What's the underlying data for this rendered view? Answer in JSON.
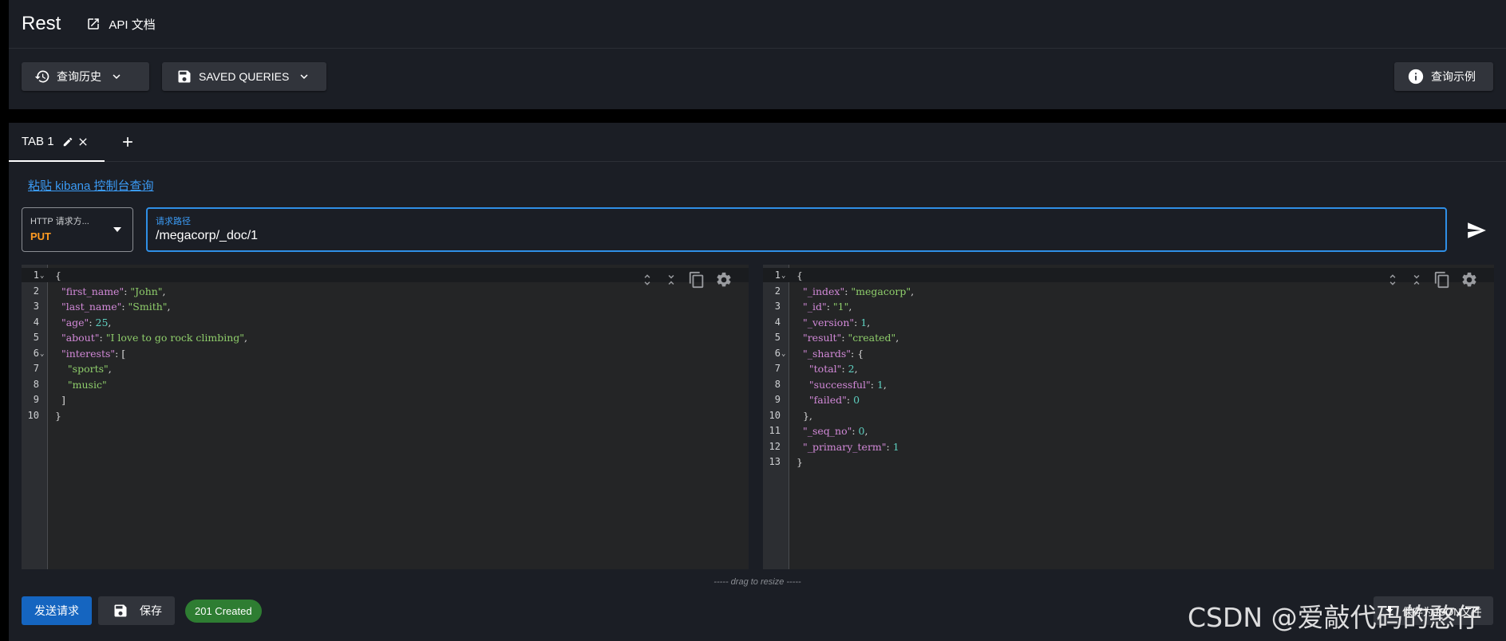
{
  "header": {
    "title": "Rest",
    "api_docs_label": "API 文档"
  },
  "toolbar": {
    "history_label": "查询历史",
    "saved_queries_label": "SAVED QUERIES",
    "examples_label": "查询示例"
  },
  "tabs": [
    {
      "label": "TAB 1"
    }
  ],
  "kibana_link": "粘贴 kibana 控制台查询",
  "method": {
    "label": "HTTP 请求方...",
    "value": "PUT"
  },
  "path": {
    "label": "请求路径",
    "value": "/megacorp/_doc/1"
  },
  "request_lines": [
    "1",
    "2",
    "3",
    "4",
    "5",
    "6",
    "7",
    "8",
    "9",
    "10"
  ],
  "response_lines": [
    "1",
    "2",
    "3",
    "4",
    "5",
    "6",
    "7",
    "8",
    "9",
    "10",
    "11",
    "12",
    "13"
  ],
  "request_code": {
    "open": "{",
    "first_name_key": "\"first_name\"",
    "first_name_val": "\"John\"",
    "last_name_key": "\"last_name\"",
    "last_name_val": "\"Smith\"",
    "age_key": "\"age\"",
    "age_val": "25",
    "about_key": "\"about\"",
    "about_val": "\"I love to go rock climbing\"",
    "interests_key": "\"interests\"",
    "interest_1": "\"sports\"",
    "interest_2": "\"music\"",
    "close_arr": "]",
    "close": "}"
  },
  "response_code": {
    "open": "{",
    "index_key": "\"_index\"",
    "index_val": "\"megacorp\"",
    "id_key": "\"_id\"",
    "id_val": "\"1\"",
    "version_key": "\"_version\"",
    "version_val": "1",
    "result_key": "\"result\"",
    "result_val": "\"created\"",
    "shards_key": "\"_shards\"",
    "total_key": "\"total\"",
    "total_val": "2",
    "successful_key": "\"successful\"",
    "successful_val": "1",
    "failed_key": "\"failed\"",
    "failed_val": "0",
    "shards_close": "},",
    "seq_no_key": "\"_seq_no\"",
    "seq_no_val": "0",
    "primary_term_key": "\"_primary_term\"",
    "primary_term_val": "1",
    "close": "}"
  },
  "drag_hint": "----- drag to resize -----",
  "actions": {
    "send_label": "发送请求",
    "save_label": "保存",
    "status": "201 Created",
    "save_json_label": "保存为JSON文件"
  },
  "watermark": "CSDN @爱敲代码的憨仔",
  "colors": {
    "background": "#1b1e25",
    "accent": "#1565c0",
    "method": "#ff9b22",
    "status_badge": "#2e7d32",
    "link": "#3b9bf5"
  },
  "icons": {
    "api_docs": "open-in-new-icon",
    "history": "history-icon",
    "saved": "floppy-disk-icon",
    "examples": "info-icon",
    "edit_tab": "pencil-icon",
    "close_tab": "close-icon",
    "add_tab": "plus-icon",
    "send": "send-icon",
    "expand": "unfold-icon",
    "collapse": "fold-icon",
    "copy": "copy-icon",
    "settings": "gear-icon"
  }
}
